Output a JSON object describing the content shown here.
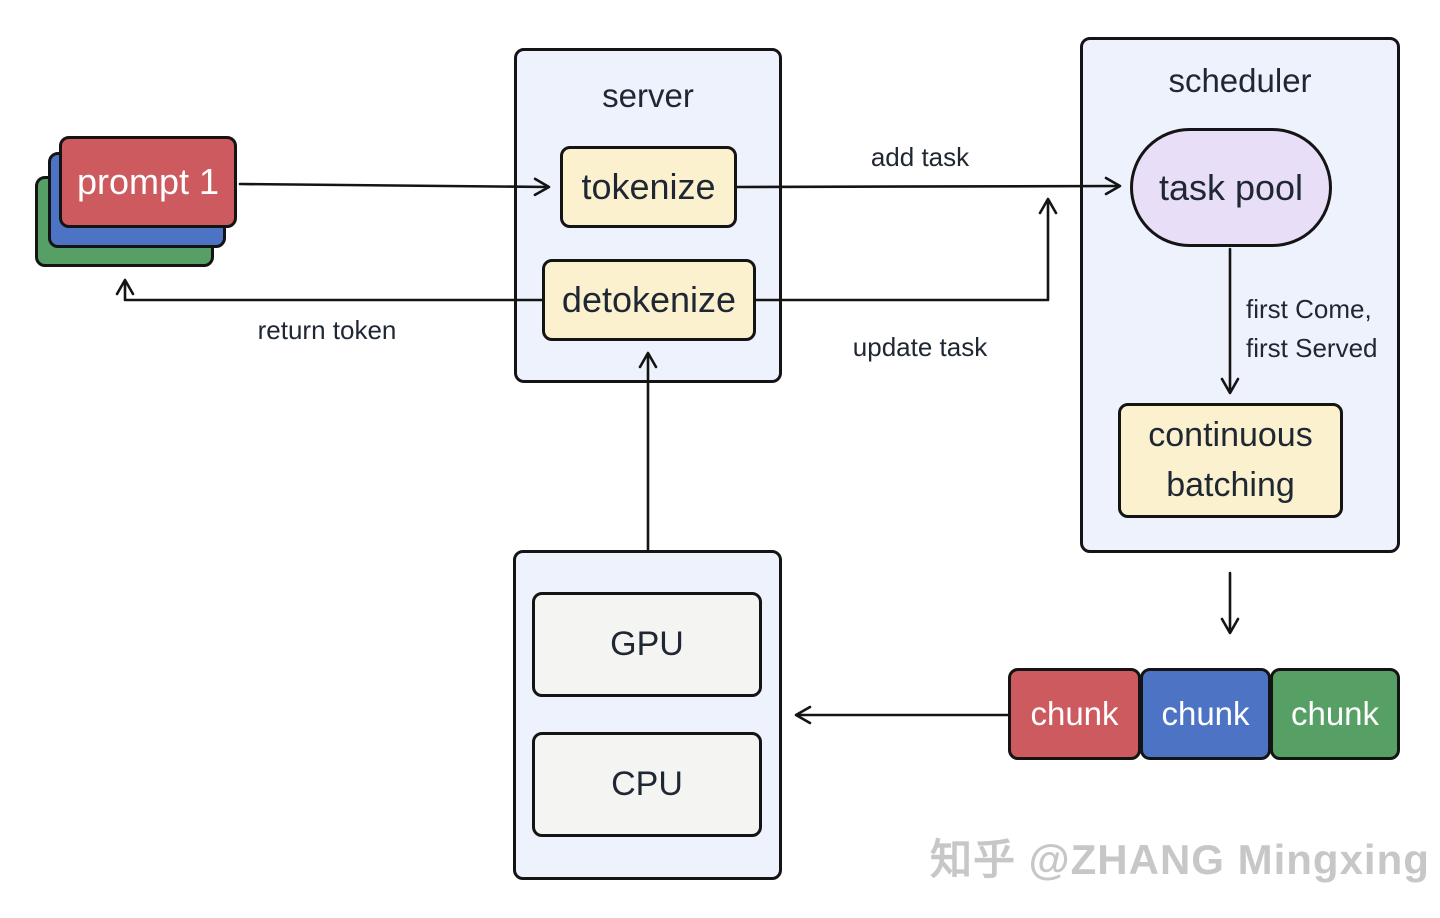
{
  "diagram": {
    "prompt_stack": {
      "front_label": "prompt 1"
    },
    "server": {
      "title": "server",
      "tokenize_label": "tokenize",
      "detokenize_label": "detokenize"
    },
    "scheduler": {
      "title": "scheduler",
      "task_pool_label": "task pool",
      "continuous_batching_label": "continuous batching"
    },
    "worker": {
      "gpu_label": "GPU",
      "cpu_label": "CPU"
    },
    "chunks": [
      {
        "label": "chunk",
        "color": "#cd5a5e"
      },
      {
        "label": "chunk",
        "color": "#4d74c4"
      },
      {
        "label": "chunk",
        "color": "#57a065"
      }
    ],
    "edge_labels": {
      "add_task": "add task",
      "update_task": "update task",
      "return_token": "return token",
      "fcfs_line1": "first Come,",
      "fcfs_line2": "first Served"
    },
    "watermark": "知乎 @ZHANG Mingxing"
  },
  "colors": {
    "red": "#cd5a5e",
    "blue": "#4d74c4",
    "green": "#57a065",
    "cream": "#fbf1ce",
    "lavender": "#e9def8",
    "panel": "#eef2fc",
    "gray": "#f4f4f2",
    "stroke": "#141414",
    "text": "#1f2733",
    "watermark": "#c7c7c7"
  }
}
